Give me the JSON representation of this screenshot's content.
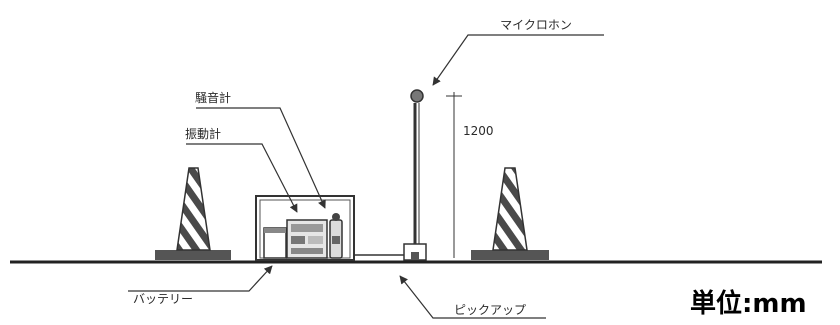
{
  "diagram": {
    "labels": {
      "microphone": "マイクロホン",
      "noise_meter": "騒音計",
      "vibration_meter": "振動計",
      "battery": "バッテリー",
      "pickup": "ピックアップ"
    },
    "dimension": "1200",
    "unit": "単位:mm"
  }
}
